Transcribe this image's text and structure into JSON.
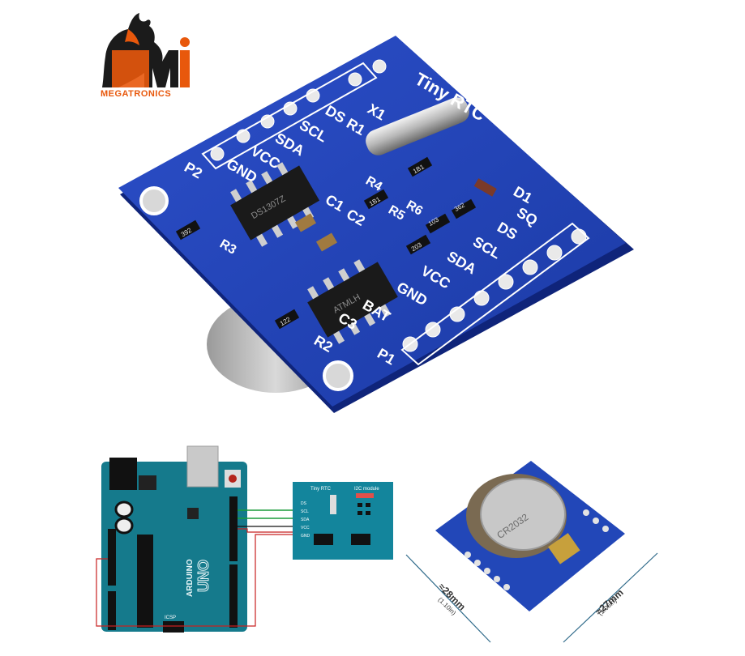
{
  "brand": {
    "logo_letters": "Mi",
    "name": "MEGATRONICS"
  },
  "module_top": {
    "title_lines": [
      "Tiny RTC",
      "I2C modules"
    ],
    "labels": {
      "x1": "X1",
      "r1": "R1",
      "ds": "DS",
      "scl": "SCL",
      "sda": "SDA",
      "vcc": "VCC",
      "gnd": "GND",
      "p2": "P2",
      "c1": "C1",
      "c2": "C2",
      "r4": "R4",
      "r5": "R5",
      "r6": "R6",
      "r3": "R3",
      "d1": "D1",
      "sq": "SQ",
      "ds_r": "DS",
      "scl_r": "SCL",
      "sda_r": "SDA",
      "vcc_r": "VCC",
      "gnd_r": "GND",
      "bat": "BAT",
      "c3": "C3",
      "r2": "R2",
      "p1": "P1",
      "ic1": "DS1307Z",
      "ic2": "ATMLH",
      "res_a": "1B1",
      "res_b": "392",
      "res_c": "103",
      "res_d": "203",
      "res_e": "362",
      "res_f": "122"
    }
  },
  "wiring": {
    "module_title_left": "Tiny RTC",
    "module_title_right": "I2C module",
    "pins": [
      "DS",
      "SCL",
      "SDA",
      "VCC",
      "GND"
    ],
    "board_brand": "ARDUINO",
    "board_model": "UNO",
    "icsp": "ICSP"
  },
  "dimensions": {
    "width_label": "≈28mm",
    "width_sub": "(1.10in)",
    "height_label": "≈27mm",
    "height_sub": "(1.06in)",
    "battery_text": "CR2032"
  }
}
